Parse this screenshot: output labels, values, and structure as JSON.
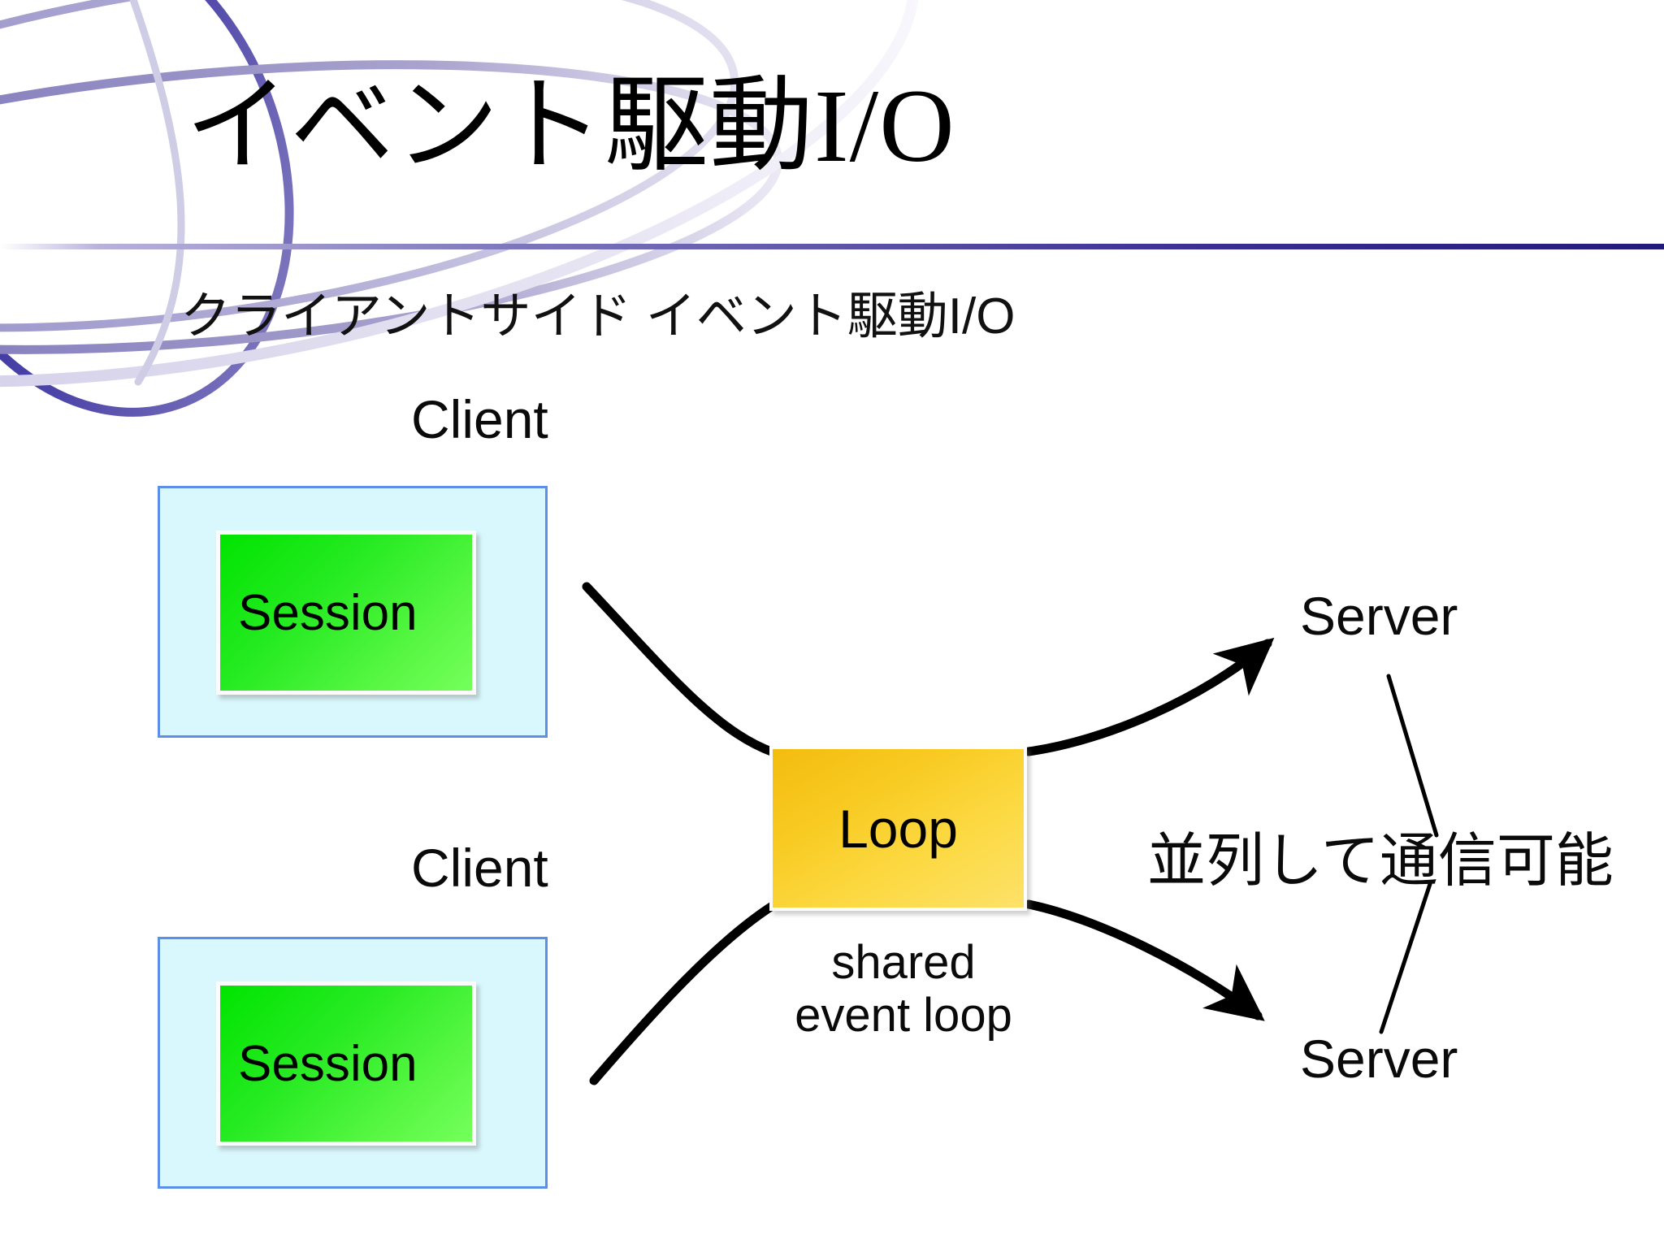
{
  "slide": {
    "title": "イベント駆動I/O",
    "subtitle": "クライアントサイド イベント駆動I/O",
    "background_color": "#ffffff",
    "rule_color_left": "#b7b2da",
    "rule_color_right": "#221a78"
  },
  "deco": {
    "name": "ellipse-swoosh-graphic",
    "colors": [
      "#2b2496",
      "#6f68b4",
      "#9b95cc",
      "#c9c5e4",
      "#e8e6f3"
    ]
  },
  "diagram": {
    "clients": [
      {
        "caption": "Client",
        "session_label": "Session",
        "box_fill": "#d9f8fd",
        "box_border": "#5b8fe8",
        "session_fill_from": "#00e400",
        "session_fill_to": "#74ff5c"
      },
      {
        "caption": "Client",
        "session_label": "Session",
        "box_fill": "#d9f8fd",
        "box_border": "#5b8fe8",
        "session_fill_from": "#00e400",
        "session_fill_to": "#74ff5c"
      }
    ],
    "loop": {
      "label": "Loop",
      "caption_line1": "shared",
      "caption_line2": "event loop",
      "fill_from": "#f3bc0f",
      "fill_to": "#fde169"
    },
    "servers": [
      {
        "label": "Server"
      },
      {
        "label": "Server"
      }
    ],
    "annotation": {
      "text": "並列して通信可能"
    },
    "connector_color": "#000000"
  }
}
